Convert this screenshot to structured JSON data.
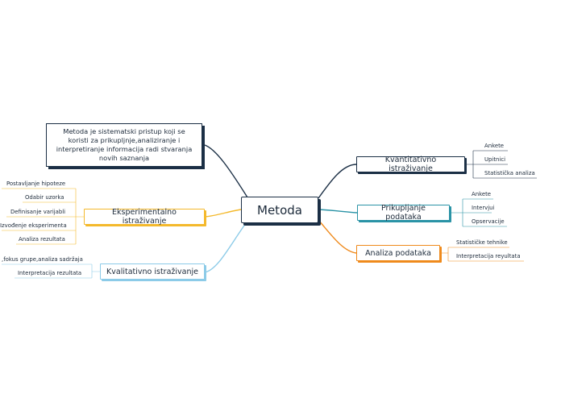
{
  "central": {
    "label": "Metoda"
  },
  "description": "Metoda je sistematski pristup koji se koristi za prikupljnje,analiziranje i interpretiranje informacija radi stvaranja novih saznanja",
  "branches": {
    "kvantitativno": {
      "label": "Kvantitativno istraživanje",
      "color": "#1b2f45",
      "items": [
        "Ankete",
        "Upitnici",
        "Statistička analiza"
      ]
    },
    "prikupljanje": {
      "label": "Prikupljanje podataka",
      "color": "#2a93a6",
      "items": [
        "Ankete",
        "Intervjui",
        "Opservacije"
      ]
    },
    "analiza": {
      "label": "Analiza podataka",
      "color": "#ef8a1c",
      "items": [
        "Statističke tehnike",
        "Interpretacija reyultata"
      ]
    },
    "eksperimentalno": {
      "label": "Eksperimentalno istraživanje",
      "color": "#f4b92c",
      "items": [
        "Postavljanje hipoteze",
        "Odabir uzorka",
        "Definisanje varijabli",
        "Izvođenje eksperimenta",
        "Analiza rezultata"
      ]
    },
    "kvalitativno": {
      "label": "Kvalitativno istraživanje",
      "color": "#8ccbe8",
      "items": [
        ",fokus grupe,analiza sadržaja",
        "Interpretacija rezultata"
      ]
    }
  }
}
